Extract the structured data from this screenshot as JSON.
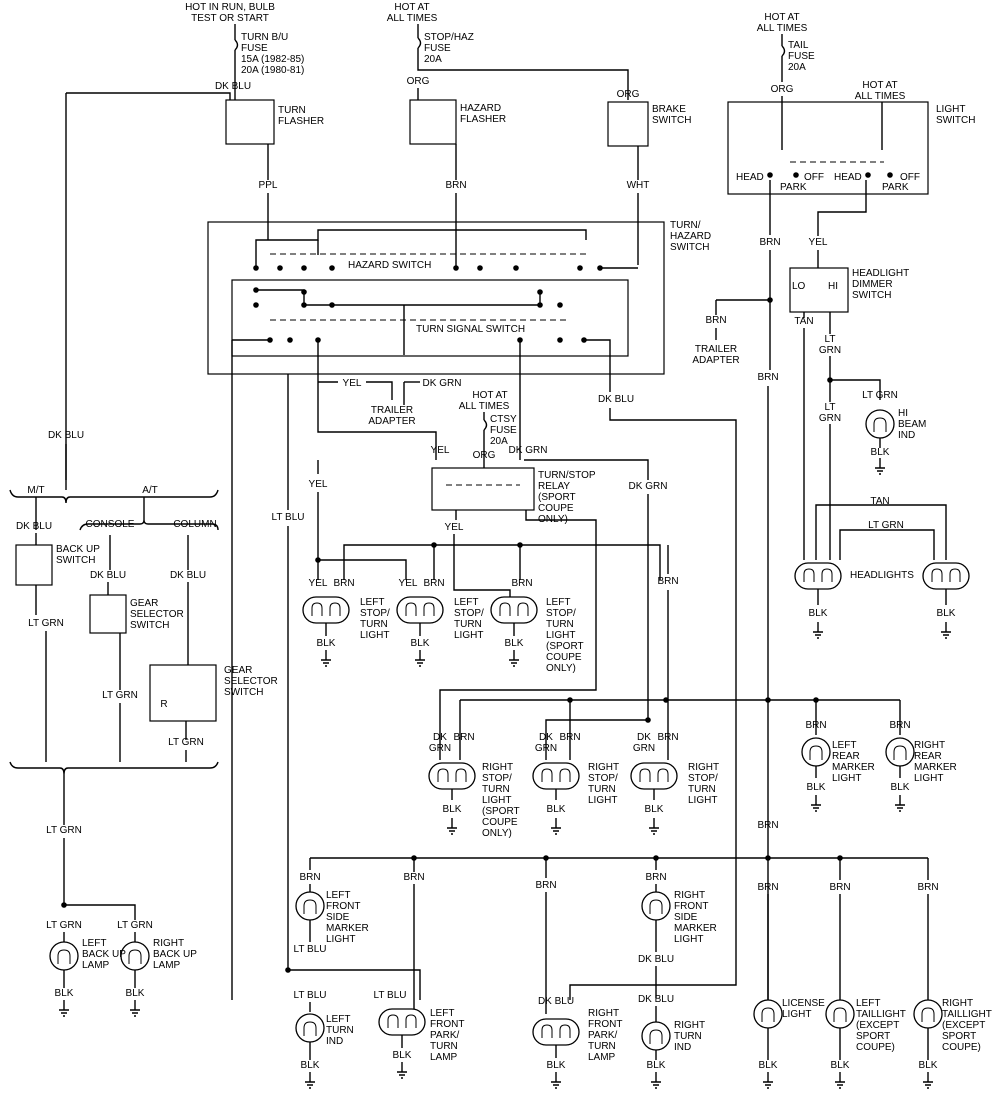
{
  "power": {
    "hot_run_1": "HOT IN RUN, BULB",
    "hot_run_2": "TEST OR START",
    "hot_all_1": "HOT AT",
    "hot_all_2": "ALL TIMES",
    "fuse_turn_bu_1": "TURN B/U",
    "fuse_turn_bu_2": "FUSE",
    "fuse_turn_bu_3": "15A (1982-85)",
    "fuse_turn_bu_4": "20A (1980-81)",
    "fuse_stop_1": "STOP/HAZ",
    "fuse_stop_2": "FUSE",
    "fuse_stop_3": "20A",
    "fuse_tail_1": "TAIL",
    "fuse_tail_2": "FUSE",
    "fuse_tail_3": "20A",
    "fuse_ctsy_1": "CTSY",
    "fuse_ctsy_2": "FUSE",
    "fuse_ctsy_3": "20A"
  },
  "components": {
    "turn_flasher_1": "TURN",
    "turn_flasher_2": "FLASHER",
    "hazard_flasher_1": "HAZARD",
    "hazard_flasher_2": "FLASHER",
    "brake_switch_1": "BRAKE",
    "brake_switch_2": "SWITCH",
    "light_switch_1": "LIGHT",
    "light_switch_2": "SWITCH",
    "head": "HEAD",
    "park": "PARK",
    "off": "OFF",
    "turn_hazard_1": "TURN/",
    "turn_hazard_2": "HAZARD",
    "turn_hazard_3": "SWITCH",
    "hazard_switch": "HAZARD SWITCH",
    "turn_signal_switch": "TURN SIGNAL SWITCH",
    "dimmer_1": "HEADLIGHT",
    "dimmer_2": "DIMMER",
    "dimmer_3": "SWITCH",
    "lo": "LO",
    "hi": "HI",
    "relay_1": "TURN/STOP",
    "relay_2": "RELAY",
    "relay_3": "(SPORT",
    "relay_4": "COUPE",
    "relay_5": "ONLY)",
    "backup_switch_1": "BACK UP",
    "backup_switch_2": "SWITCH",
    "gear_sel_1": "GEAR",
    "gear_sel_2": "SELECTOR",
    "gear_sel_3": "SWITCH",
    "r": "R",
    "mt": "M/T",
    "at": "A/T",
    "console": "CONSOLE",
    "column": "COLUMN",
    "trailer_1": "TRAILER",
    "trailer_2": "ADAPTER",
    "headlights": "HEADLIGHTS"
  },
  "wires": {
    "dk_blu": "DK BLU",
    "ppl": "PPL",
    "brn": "BRN",
    "wht": "WHT",
    "org": "ORG",
    "yel": "YEL",
    "dk_grn": "DK GRN",
    "lt_blu": "LT BLU",
    "lt_grn": "LT GRN",
    "lt": "LT",
    "grn": "GRN",
    "dk": "DK",
    "tan": "TAN",
    "blk": "BLK"
  },
  "lamps": {
    "left_stop_1": "LEFT",
    "left_stop_2": "STOP/",
    "left_stop_3": "TURN",
    "left_stop_4": "LIGHT",
    "right_stop_1": "RIGHT",
    "right_stop_2": "STOP/",
    "right_stop_3": "TURN",
    "right_stop_4": "LIGHT",
    "sport_1": "(SPORT",
    "sport_2": "COUPE",
    "sport_3": "ONLY)",
    "hi_beam_1": "HI",
    "hi_beam_2": "BEAM",
    "hi_beam_3": "IND",
    "left_rear_1": "LEFT",
    "left_rear_2": "REAR",
    "left_rear_3": "MARKER",
    "left_rear_4": "LIGHT",
    "right_rear_1": "RIGHT",
    "right_rear_2": "REAR",
    "right_rear_3": "MARKER",
    "right_rear_4": "LIGHT",
    "left_front_1": "LEFT",
    "left_front_2": "FRONT",
    "left_front_3": "SIDE",
    "left_front_4": "MARKER",
    "left_front_5": "LIGHT",
    "right_front_1": "RIGHT",
    "right_front_2": "FRONT",
    "right_front_3": "SIDE",
    "right_front_4": "MARKER",
    "right_front_5": "LIGHT",
    "left_backup_1": "LEFT",
    "left_backup_2": "BACK UP",
    "left_backup_3": "LAMP",
    "right_backup_1": "RIGHT",
    "right_backup_2": "BACK UP",
    "right_backup_3": "LAMP",
    "left_turn_ind_1": "LEFT",
    "left_turn_ind_2": "TURN",
    "left_turn_ind_3": "IND",
    "left_front_park_1": "LEFT",
    "left_front_park_2": "FRONT",
    "left_front_park_3": "PARK/",
    "left_front_park_4": "TURN",
    "left_front_park_5": "LAMP",
    "right_front_park_1": "RIGHT",
    "right_front_park_2": "FRONT",
    "right_front_park_3": "PARK/",
    "right_front_park_4": "TURN",
    "right_front_park_5": "LAMP",
    "right_turn_ind_1": "RIGHT",
    "right_turn_ind_2": "TURN",
    "right_turn_ind_3": "IND",
    "license_1": "LICENSE",
    "license_2": "LIGHT",
    "left_tail_1": "LEFT",
    "left_tail_2": "TAILLIGHT",
    "left_tail_3": "(EXCEPT",
    "left_tail_4": "SPORT",
    "left_tail_5": "COUPE)",
    "right_tail_1": "RIGHT",
    "right_tail_2": "TAILLIGHT",
    "right_tail_3": "(EXCEPT",
    "right_tail_4": "SPORT",
    "right_tail_5": "COUPE)"
  }
}
